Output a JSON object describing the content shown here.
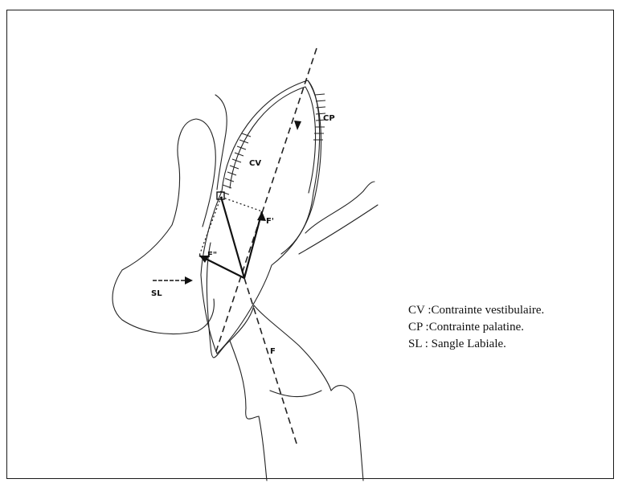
{
  "figure": {
    "labels": {
      "cp": "CP",
      "cv": "CV",
      "f_prime": "F'",
      "f_double_prime": "F\"",
      "sl": "SL",
      "f": "F"
    }
  },
  "legend": {
    "items": [
      {
        "abbr": "CV",
        "text": ":Contrainte vestibulaire."
      },
      {
        "abbr": "CP",
        "text": ":Contrainte palatine."
      },
      {
        "abbr": "SL",
        "text": ": Sangle Labiale."
      }
    ]
  }
}
